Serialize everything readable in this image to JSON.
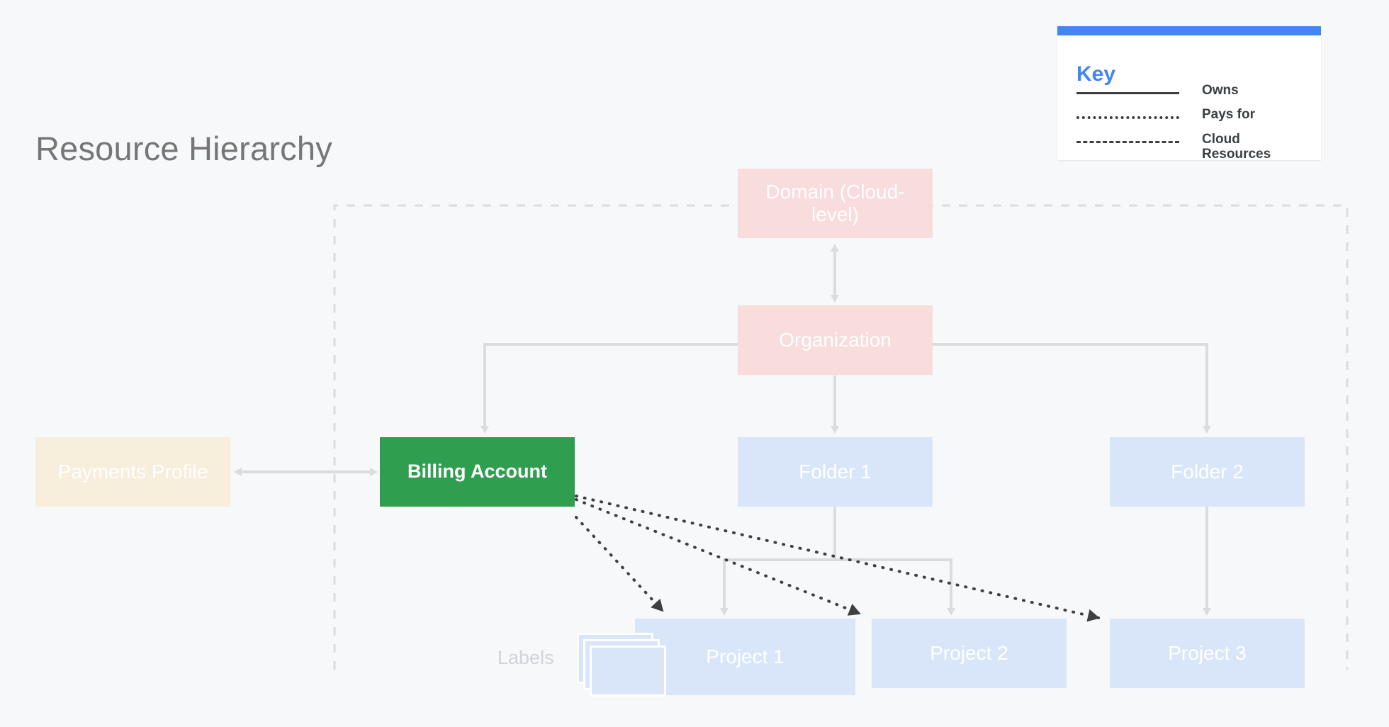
{
  "page": {
    "title": "Resource Hierarchy",
    "background_color": "#f6f8fa",
    "title_color": "#767676"
  },
  "key": {
    "panel_title": "Key",
    "accent_color": "#4285f4",
    "items": [
      {
        "style": "solid",
        "label": "Owns"
      },
      {
        "style": "dotted",
        "label": "Pays for"
      },
      {
        "style": "dashed",
        "label": "Cloud Resources"
      }
    ]
  },
  "nodes": {
    "domain": {
      "label": "Domain (Cloud-level)",
      "color": "#f9dcdc"
    },
    "org": {
      "label": "Organization",
      "color": "#f9dcdc"
    },
    "billing": {
      "label": "Billing Account",
      "color": "#2f9e4f"
    },
    "payments": {
      "label": "Payments Profile",
      "color": "#f7eedb"
    },
    "folder1": {
      "label": "Folder 1",
      "color": "#d9e6fa"
    },
    "folder2": {
      "label": "Folder 2",
      "color": "#d9e6fa"
    },
    "project1": {
      "label": "Project 1",
      "color": "#d9e6fa"
    },
    "project2": {
      "label": "Project 2",
      "color": "#d9e6fa"
    },
    "project3": {
      "label": "Project 3",
      "color": "#d9e6fa"
    }
  },
  "labels_group": {
    "caption": "Labels",
    "card_count": 3,
    "card_color": "#d9e6fa"
  },
  "boundary": {
    "name": "Cloud Resources",
    "style": "dashed",
    "color": "#dadce0"
  },
  "edges": [
    {
      "from": "domain",
      "to": "org",
      "style": "solid-double",
      "relation": "Owns"
    },
    {
      "from": "org",
      "to": "billing",
      "style": "solid",
      "relation": "Owns"
    },
    {
      "from": "org",
      "to": "folder1",
      "style": "solid",
      "relation": "Owns"
    },
    {
      "from": "org",
      "to": "folder2",
      "style": "solid",
      "relation": "Owns"
    },
    {
      "from": "payments",
      "to": "billing",
      "style": "solid-double",
      "relation": "Owns"
    },
    {
      "from": "folder1",
      "to": "project1",
      "style": "solid",
      "relation": "Owns"
    },
    {
      "from": "folder1",
      "to": "project2",
      "style": "solid",
      "relation": "Owns"
    },
    {
      "from": "folder2",
      "to": "project3",
      "style": "solid",
      "relation": "Owns"
    },
    {
      "from": "billing",
      "to": "project1",
      "style": "dotted",
      "relation": "Pays for"
    },
    {
      "from": "billing",
      "to": "project2",
      "style": "dotted",
      "relation": "Pays for"
    },
    {
      "from": "billing",
      "to": "project3",
      "style": "dotted",
      "relation": "Pays for"
    }
  ]
}
